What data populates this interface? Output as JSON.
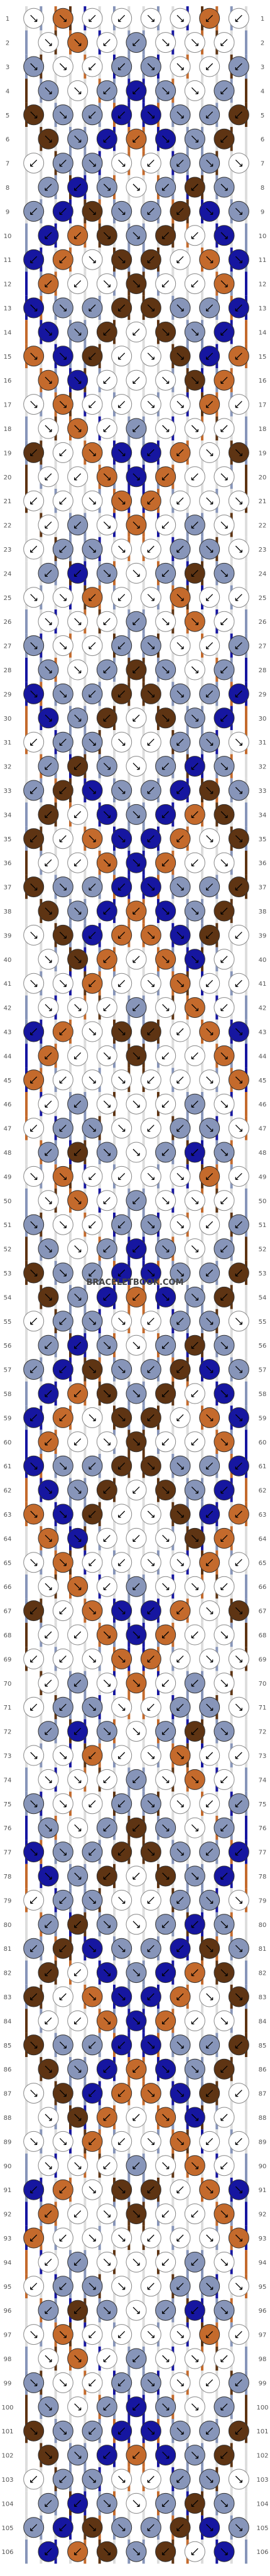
{
  "pattern": {
    "row_count": 106,
    "strand_count": 16,
    "watermark": "BRACELETBOOK.COM",
    "colors": {
      "white": "#ffffff",
      "steel": "#8795b9",
      "orange": "#c46a2c",
      "brown": "#5e3413",
      "navy": "#1616a0"
    },
    "strands": [
      "white",
      "steel",
      "orange",
      "brown",
      "navy",
      "white",
      "steel",
      "white",
      "white",
      "steel",
      "white",
      "navy",
      "brown",
      "orange",
      "steel",
      "white"
    ],
    "knot_rule": "row odd: pairs (0,1)...(14,15); row even: pairs (1,2)...(13,14) with edges passing through"
  }
}
